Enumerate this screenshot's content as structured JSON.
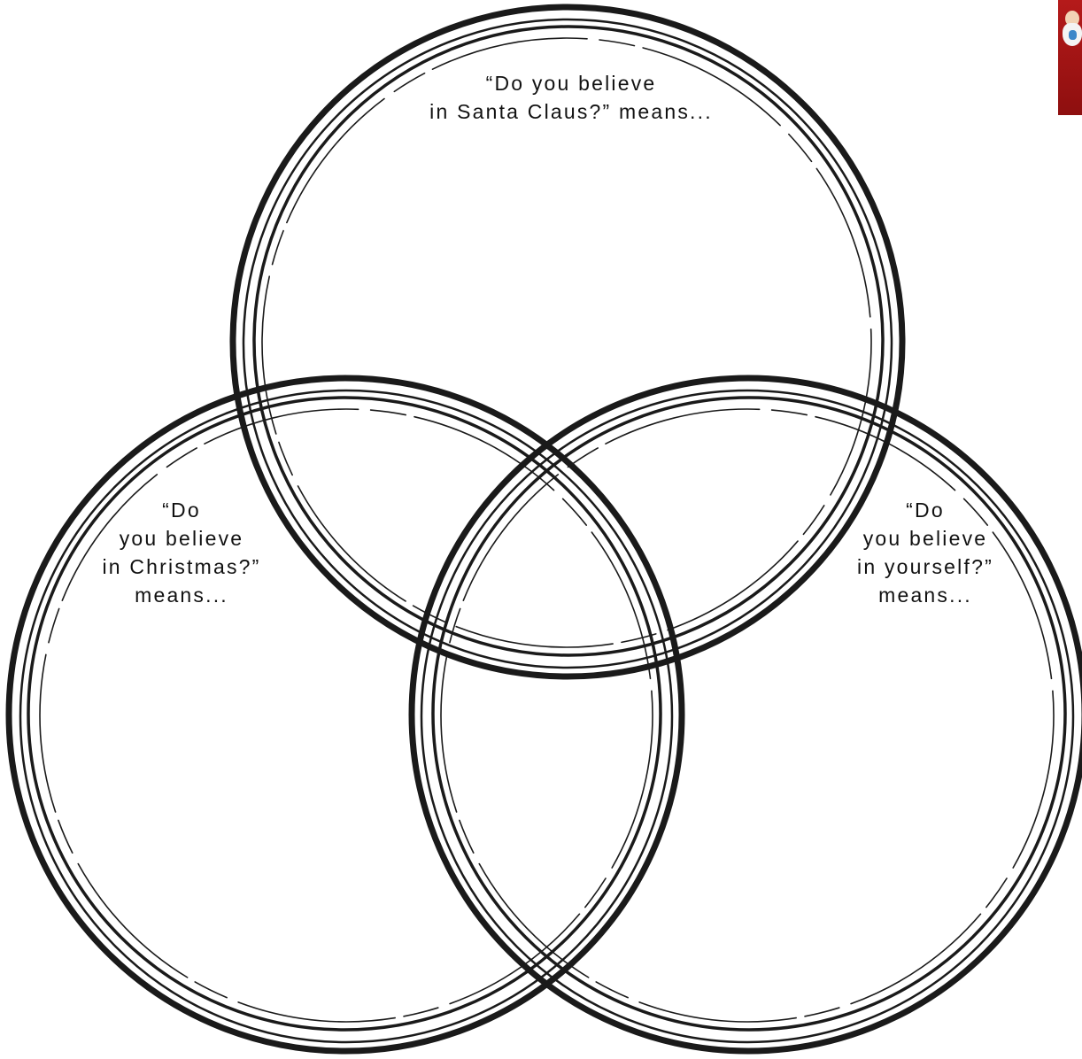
{
  "diagram": {
    "type": "venn",
    "circles": [
      {
        "id": "santa",
        "label_lines": [
          "“Do you believe",
          "in Santa Claus?” means..."
        ]
      },
      {
        "id": "christmas",
        "label_lines": [
          "“Do",
          "you believe",
          "in Christmas?”",
          "means..."
        ]
      },
      {
        "id": "yourself",
        "label_lines": [
          "“Do",
          "you believe",
          "in yourself?”",
          "means..."
        ]
      }
    ],
    "stroke_color": "#1a1a1a",
    "background_color": "#ffffff"
  },
  "corner_image": {
    "icon": "santa-figurine-icon",
    "color": "#b51a1a"
  }
}
